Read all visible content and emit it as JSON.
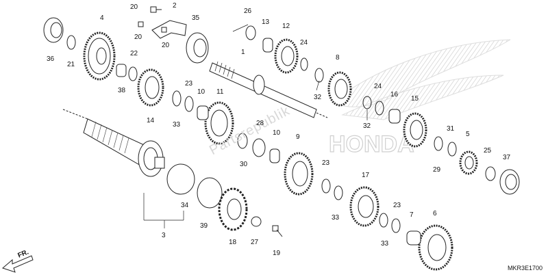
{
  "diagram": {
    "labels": [
      {
        "id": "p4",
        "text": "4"
      },
      {
        "id": "p20a",
        "text": "20"
      },
      {
        "id": "p2",
        "text": "2"
      },
      {
        "id": "p35",
        "text": "35"
      },
      {
        "id": "p26",
        "text": "26"
      },
      {
        "id": "p13",
        "text": "13"
      },
      {
        "id": "p12",
        "text": "12"
      },
      {
        "id": "p36",
        "text": "36"
      },
      {
        "id": "p21",
        "text": "21"
      },
      {
        "id": "p20b",
        "text": "20"
      },
      {
        "id": "p20c",
        "text": "20"
      },
      {
        "id": "p1",
        "text": "1"
      },
      {
        "id": "p24a",
        "text": "24"
      },
      {
        "id": "p8",
        "text": "8"
      },
      {
        "id": "p22",
        "text": "22"
      },
      {
        "id": "p38",
        "text": "38"
      },
      {
        "id": "p23a",
        "text": "23"
      },
      {
        "id": "p10a",
        "text": "10"
      },
      {
        "id": "p11",
        "text": "11"
      },
      {
        "id": "p32a",
        "text": "32"
      },
      {
        "id": "p24b",
        "text": "24"
      },
      {
        "id": "p16",
        "text": "16"
      },
      {
        "id": "p15",
        "text": "15"
      },
      {
        "id": "p33a",
        "text": "33"
      },
      {
        "id": "p14",
        "text": "14"
      },
      {
        "id": "p28",
        "text": "28"
      },
      {
        "id": "p10b",
        "text": "10"
      },
      {
        "id": "p32b",
        "text": "32"
      },
      {
        "id": "p31",
        "text": "31"
      },
      {
        "id": "p5",
        "text": "5"
      },
      {
        "id": "p9",
        "text": "9"
      },
      {
        "id": "p25",
        "text": "25"
      },
      {
        "id": "p37",
        "text": "37"
      },
      {
        "id": "p30",
        "text": "30"
      },
      {
        "id": "p29",
        "text": "29"
      },
      {
        "id": "p23b",
        "text": "23"
      },
      {
        "id": "p17",
        "text": "17"
      },
      {
        "id": "p34",
        "text": "34"
      },
      {
        "id": "p33b",
        "text": "33"
      },
      {
        "id": "p23c",
        "text": "23"
      },
      {
        "id": "p7",
        "text": "7"
      },
      {
        "id": "p6",
        "text": "6"
      },
      {
        "id": "p39",
        "text": "39"
      },
      {
        "id": "p3",
        "text": "3"
      },
      {
        "id": "p18",
        "text": "18"
      },
      {
        "id": "p27",
        "text": "27"
      },
      {
        "id": "p19",
        "text": "19"
      },
      {
        "id": "p33c",
        "text": "33"
      }
    ],
    "diagram_code": "MKR3E1700",
    "direction_label": "FR.",
    "watermark": "Partsrepublik",
    "brand_text": "HONDA"
  }
}
